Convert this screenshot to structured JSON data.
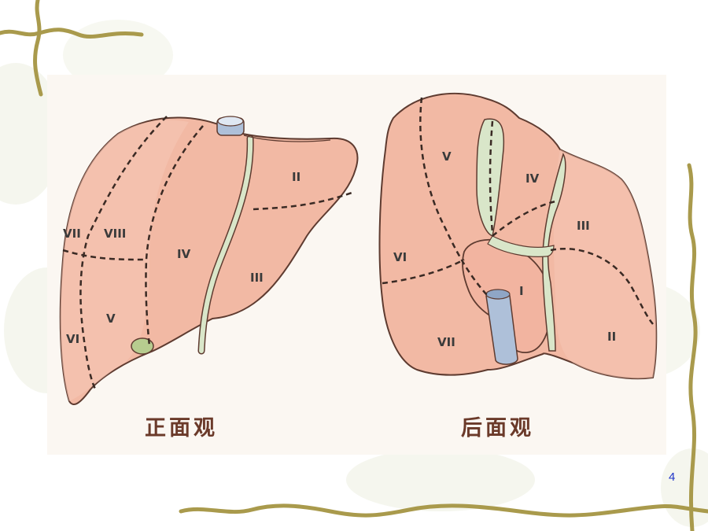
{
  "front_view": {
    "caption": "正面观",
    "segments": {
      "s2": "II",
      "s3": "III",
      "s4": "IV",
      "s5": "V",
      "s6": "VI",
      "s7": "VII",
      "s8": "VIII"
    }
  },
  "back_view": {
    "caption": "后面观",
    "segments": {
      "s1": "I",
      "s2": "II",
      "s3": "III",
      "s4": "IV",
      "s5": "V",
      "s6": "VI",
      "s7": "VII"
    }
  },
  "page_number": "4",
  "colors": {
    "liver": "#f2b9a4",
    "liver_outline": "#5e3b30",
    "ligament": "#d9e6c9",
    "vein": "#aec0d9",
    "border_vine": "#a99a4c",
    "page_number": "#1f35c8"
  }
}
